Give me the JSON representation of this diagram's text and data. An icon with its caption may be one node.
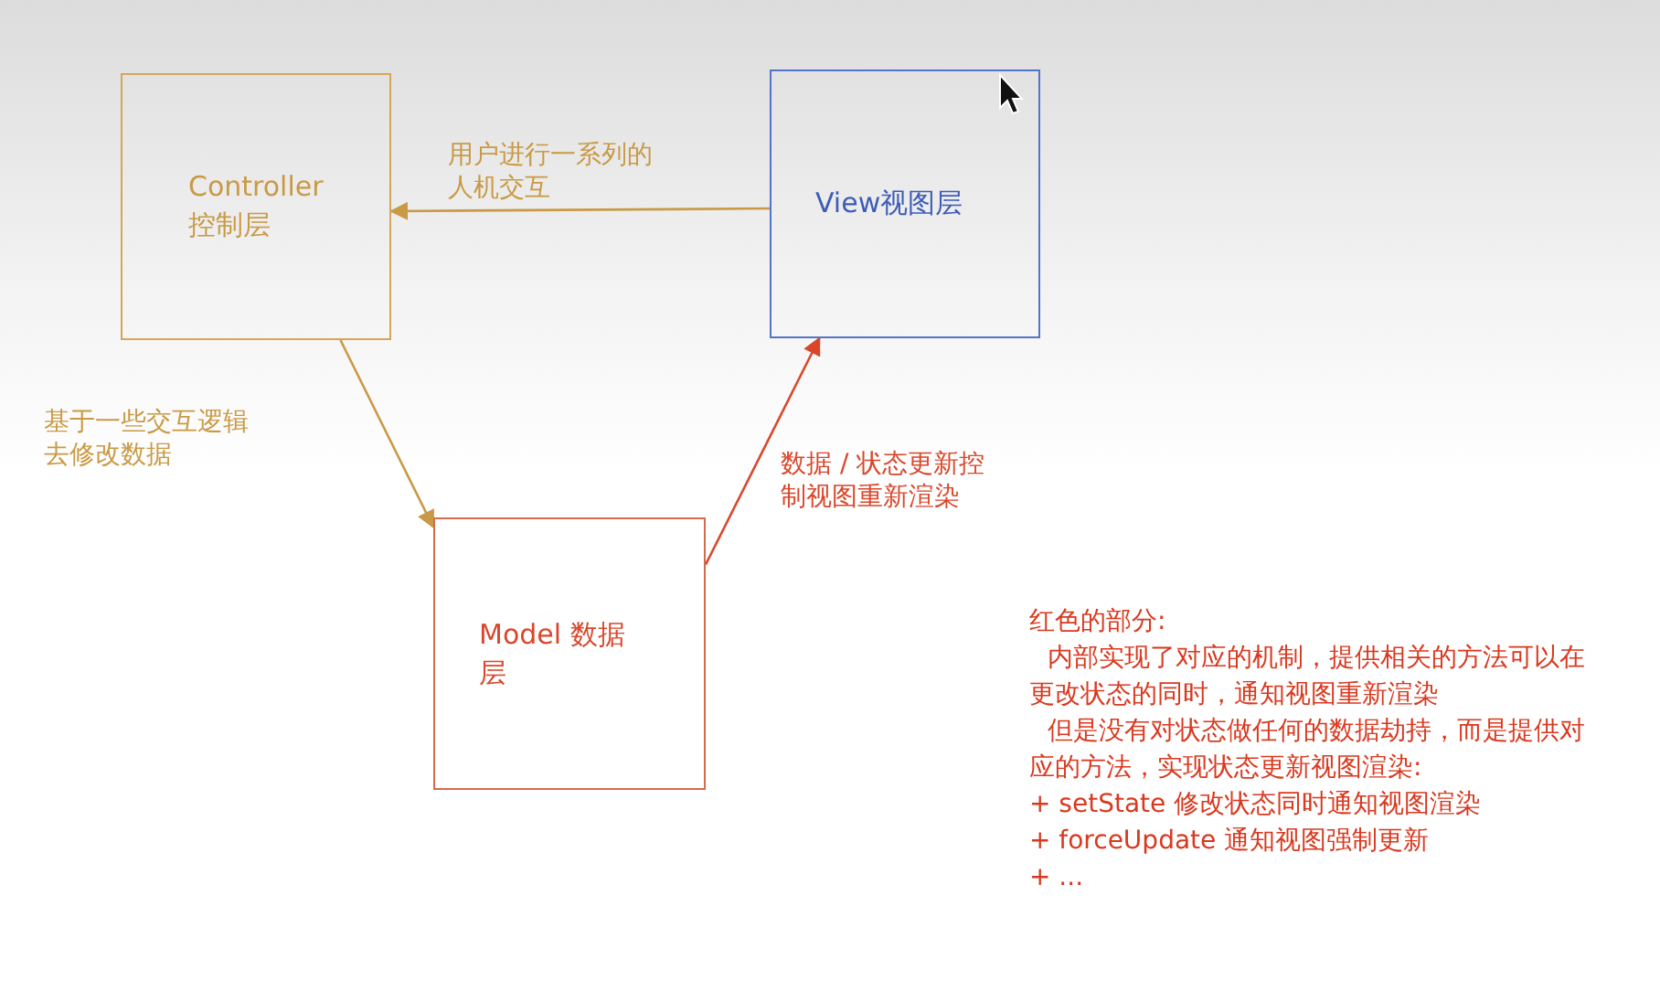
{
  "diagram": {
    "nodes": [
      {
        "text": [
          "Controller 控制层"
        ]
      },
      {
        "text": [
          "View视图层"
        ]
      },
      {
        "text": [
          "Model 数据层"
        ]
      }
    ],
    "edges": [
      {
        "from": 1,
        "to": 0,
        "arrow": "to",
        "label": "用户进行一系列的人机交互",
        "color": "#c99a45"
      },
      {
        "from": 0,
        "to": 2,
        "arrow": "to",
        "label": "基于一些交互逻辑去修改数据",
        "color": "#c99a45"
      },
      {
        "from": 2,
        "to": 1,
        "arrow": "to",
        "label": "数据 / 状态更新控制视图重新渲染",
        "color": "#d9472b"
      }
    ],
    "labels": [
      "红色的部分:",
      "内部实现了对应的机制，提供相关的方法可以在更改状态的同时，通知视图重新渲染",
      "但是没有对状态做任何的数据劫持，而是提供对应的方法，实现状态更新视图渲染:",
      "+ setState 修改状态同时通知视图渲染",
      "+ forceUpdate 通知视图强制更新",
      "+ ..."
    ]
  }
}
